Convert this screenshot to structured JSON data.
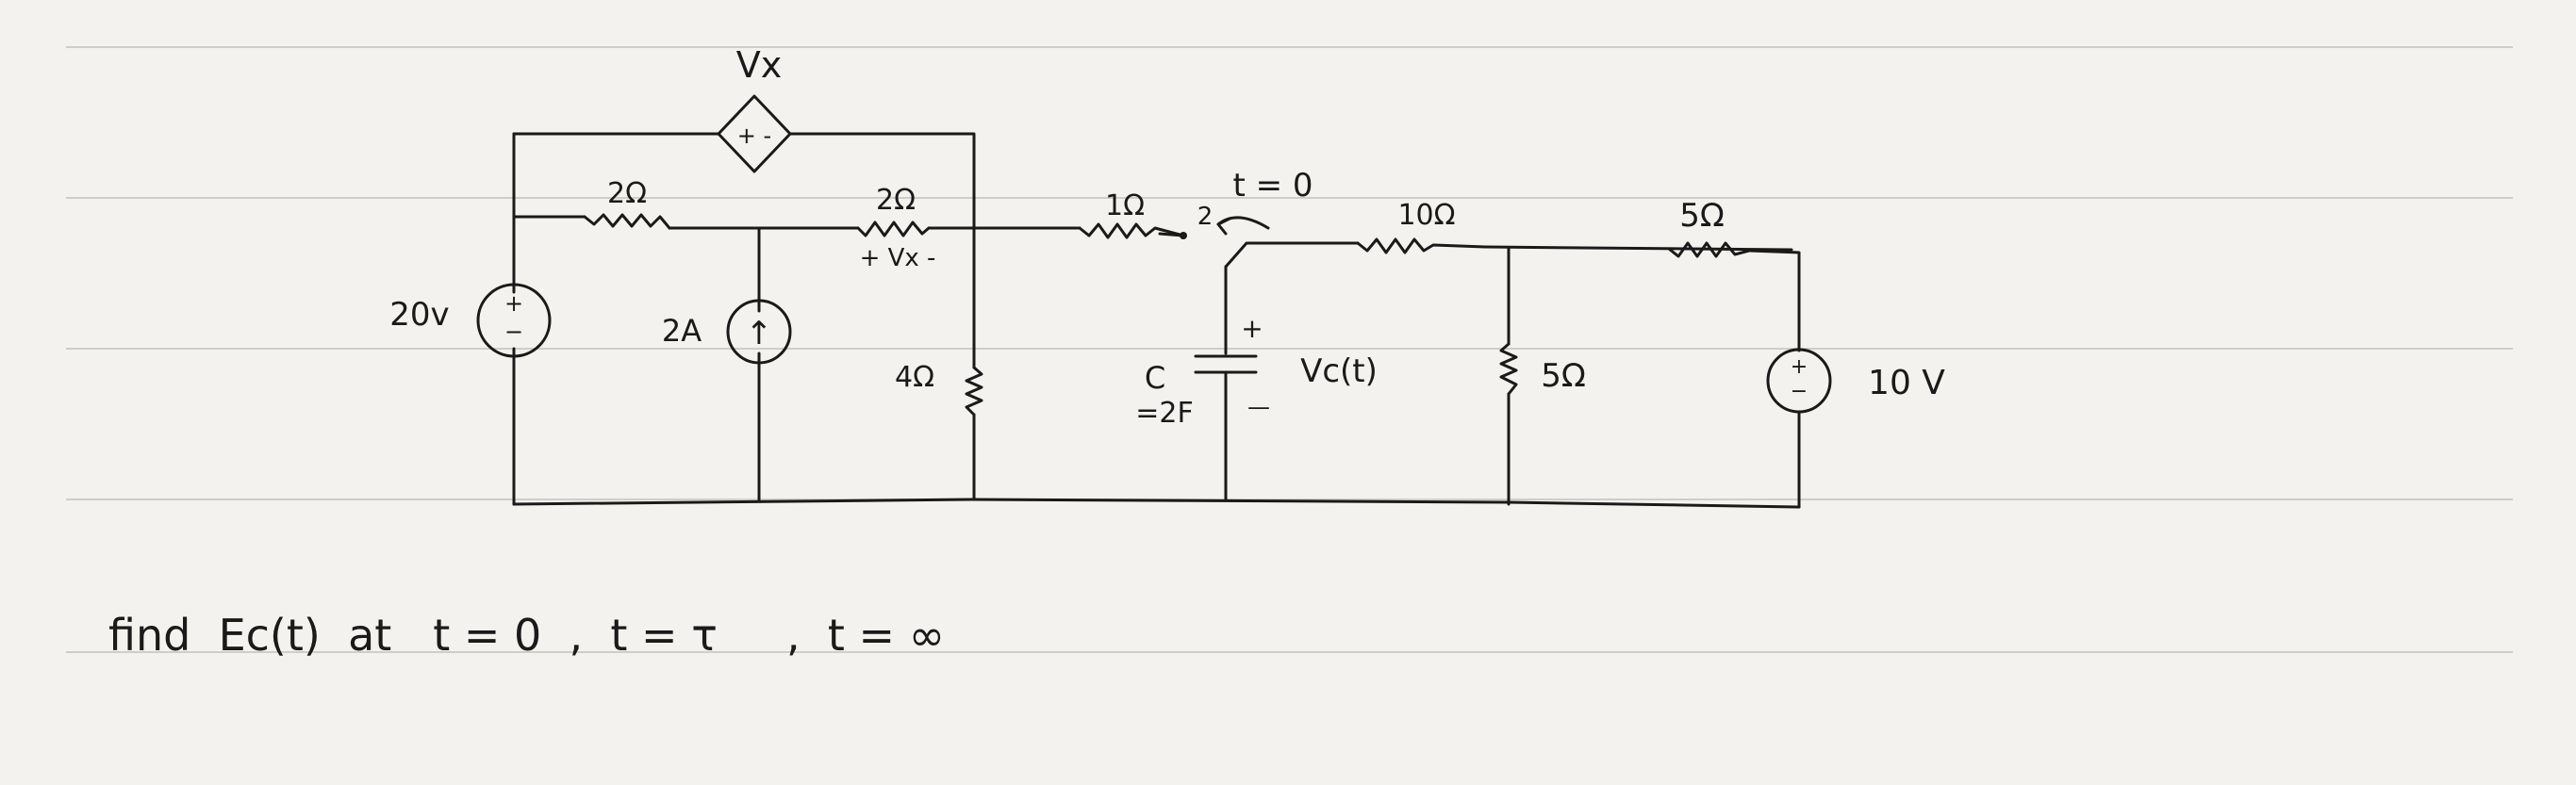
{
  "circuit": {
    "dep_source_label": "Vx",
    "dep_source_sign": "+ -",
    "r_left_top": "2Ω",
    "r_mid_top": "2Ω",
    "vx_drop": "+ Vx -",
    "r_4": "4Ω",
    "r_1": "1Ω",
    "switch_label": "t = 0",
    "switch_pos": "2",
    "r_10": "10Ω",
    "r_5_top": "5Ω",
    "r_5_vert": "5Ω",
    "v_source_20": "20v",
    "i_source_2a": "2A",
    "cap_label_c": "C",
    "cap_label_val": "=2F",
    "cap_plus": "+",
    "cap_minus": "—",
    "vc_label": "Vc(t)",
    "v_source_10": "10 V",
    "plus": "+",
    "minus": "−",
    "arrow_up": "↑"
  },
  "problem": {
    "text": "find  Ec(t)  at   t = 0  ,  t = τ     ,  t = ∞"
  }
}
